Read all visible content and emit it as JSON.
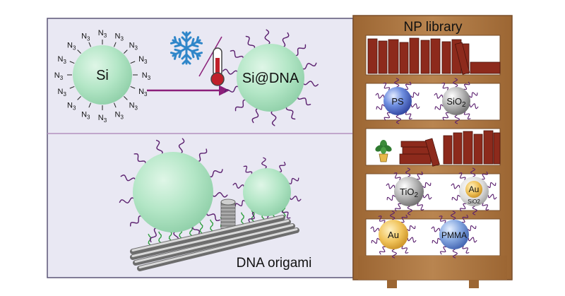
{
  "labels": {
    "si": "Si",
    "si_dna": "Si@DNA",
    "np_library": "NP library",
    "dna_origami": "DNA origami",
    "azide_main": "N",
    "azide_sub": "3"
  },
  "library_particles": [
    {
      "main": "PS",
      "sub": "",
      "below": ""
    },
    {
      "main": "SiO",
      "sub": "2",
      "below": ""
    },
    {
      "main": "TiO",
      "sub": "2",
      "below": ""
    },
    {
      "main": "Au",
      "sub": "",
      "below": "SiO2"
    },
    {
      "main": "Au",
      "sub": "",
      "below": ""
    },
    {
      "main": "PMMA",
      "sub": "",
      "below": ""
    }
  ],
  "icons": [
    "snowflake-icon",
    "thermometer-icon",
    "plant-icon"
  ],
  "colors": {
    "panel_bg": "#e9e8f3",
    "panel_border": "#5b5577",
    "sphere_green": "#a8e3bf",
    "dna_strand": "#5a1f6e",
    "arrow": "#8b1f7a",
    "wood": "#b07a44",
    "wood_dark": "#7a4f2a",
    "book": "#8d2a1c",
    "snowflake": "#2f86c9",
    "thermometer": "#c0202a"
  }
}
